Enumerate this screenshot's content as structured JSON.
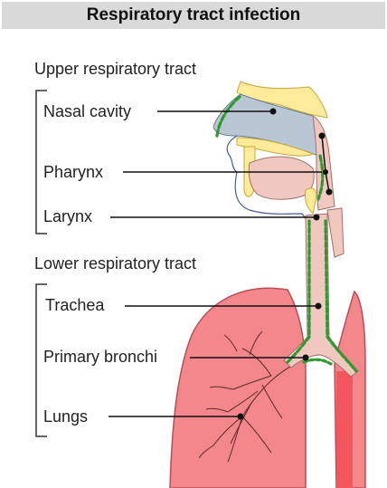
{
  "title": "Respiratory tract infection",
  "groups": {
    "upper": "Upper respiratory tract",
    "lower": "Lower respiratory tract"
  },
  "labels": {
    "nasal_cavity": "Nasal cavity",
    "pharynx": "Pharynx",
    "larynx": "Larynx",
    "trachea": "Trachea",
    "primary_bronchi": "Primary bronchi",
    "lungs": "Lungs"
  },
  "colors": {
    "lung": "#f3878c",
    "airway": "#f0c8c0",
    "nasal": "#b9c6d3",
    "bone": "#fdeb9a",
    "infection": "#2c9a2c",
    "vessel": "#f2575e"
  }
}
